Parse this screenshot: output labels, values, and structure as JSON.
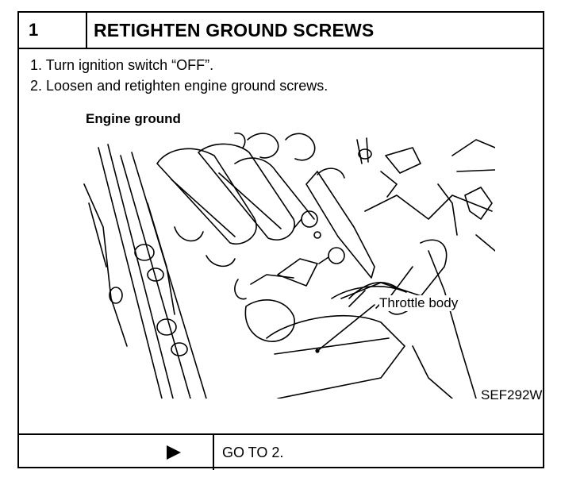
{
  "step": {
    "number": "1",
    "title": "RETIGHTEN GROUND SCREWS"
  },
  "instructions": [
    "1. Turn ignition switch “OFF”.",
    "2. Loosen and retighten engine ground screws."
  ],
  "figure": {
    "labels": {
      "engine_ground": "Engine ground",
      "throttle_body": "Throttle body"
    },
    "code": "SEF292W"
  },
  "footer": {
    "arrow_icon": "play-arrow-icon",
    "goto": "GO TO 2."
  }
}
